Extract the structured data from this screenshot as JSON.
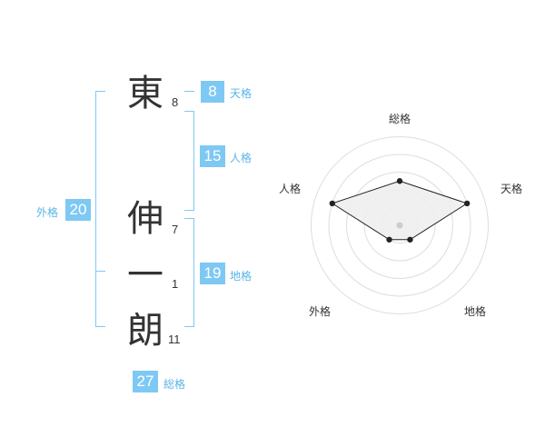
{
  "name": {
    "chars": [
      {
        "char": "東",
        "strokes": "8"
      },
      {
        "char": "伸",
        "strokes": "7"
      },
      {
        "char": "一",
        "strokes": "1"
      },
      {
        "char": "朗",
        "strokes": "11"
      }
    ]
  },
  "kakusu": {
    "ten": {
      "value": "8",
      "label": "天格"
    },
    "jin": {
      "value": "15",
      "label": "人格"
    },
    "chi": {
      "value": "19",
      "label": "地格"
    },
    "gai": {
      "value": "20",
      "label": "外格"
    },
    "so": {
      "value": "27",
      "label": "総格"
    }
  },
  "radar": {
    "labels": {
      "top": "総格",
      "right": "天格",
      "bottom_right": "地格",
      "bottom_left": "外格",
      "left": "人格"
    },
    "rings": 5,
    "levels": {
      "総格": 2.5,
      "天格": 4,
      "地格": 1,
      "外格": 1,
      "人格": 4
    },
    "colors": {
      "grid": "#dddddd",
      "fill": "#eeeeee",
      "line": "#222222",
      "center": "#cccccc"
    }
  }
}
